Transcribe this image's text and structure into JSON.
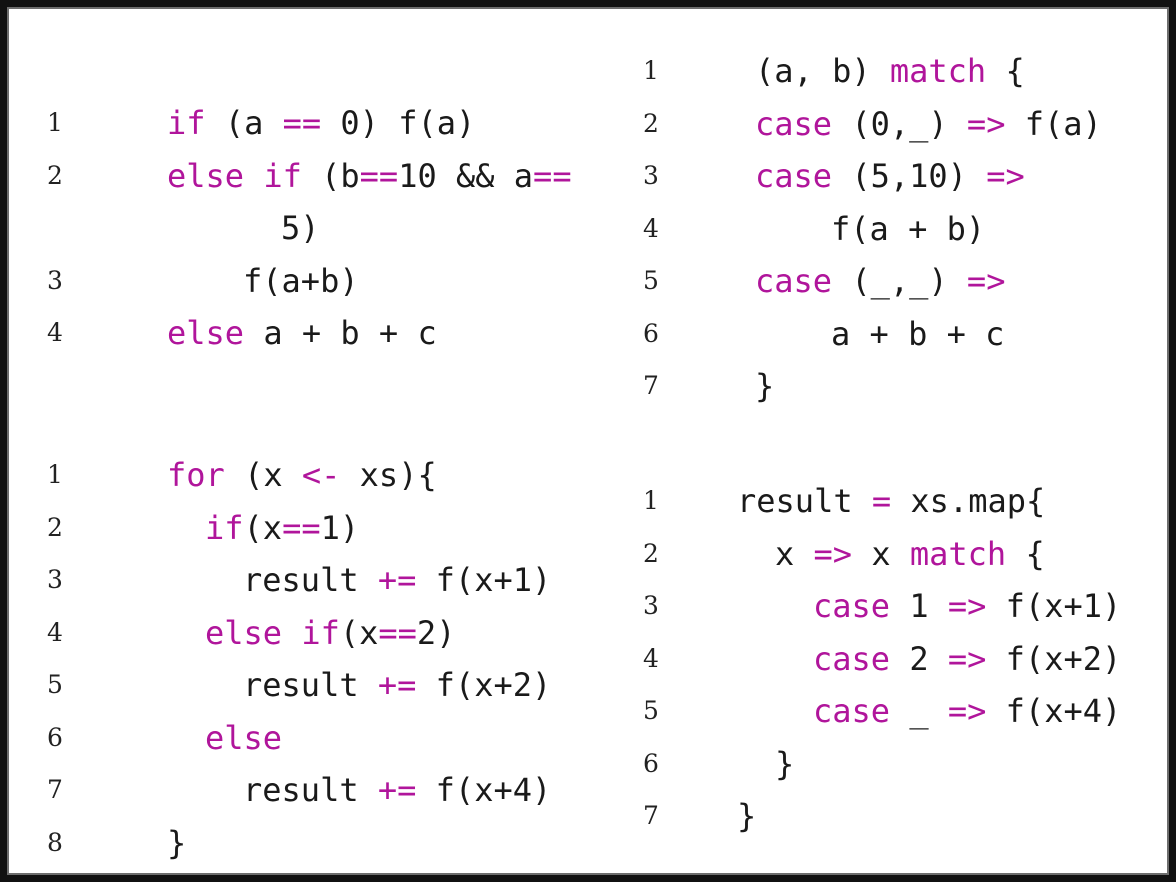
{
  "colors": {
    "keyword": "#b0159b",
    "text": "#1a1a1a",
    "line_number": "#222222",
    "border": "#111111"
  },
  "panels": [
    {
      "id": "if-else",
      "lines": [
        {
          "num": "1",
          "indent": 0,
          "tokens": [
            {
              "t": "if",
              "k": true
            },
            {
              "t": " (a "
            },
            {
              "t": "==",
              "k": true
            },
            {
              "t": " 0) f(a)"
            }
          ]
        },
        {
          "num": "2",
          "indent": 0,
          "tokens": [
            {
              "t": "else if",
              "k": true
            },
            {
              "t": " (b"
            },
            {
              "t": "==",
              "k": true
            },
            {
              "t": "10 && a"
            },
            {
              "t": "==",
              "k": true
            }
          ]
        },
        {
          "num": "",
          "indent": 3,
          "tokens": [
            {
              "t": "5)"
            }
          ]
        },
        {
          "num": "3",
          "indent": 2,
          "tokens": [
            {
              "t": "f(a+b)"
            }
          ]
        },
        {
          "num": "4",
          "indent": 0,
          "tokens": [
            {
              "t": "else",
              "k": true
            },
            {
              "t": " a + b + c"
            }
          ]
        }
      ]
    },
    {
      "id": "match-tuple",
      "lines": [
        {
          "num": "1",
          "indent": 0,
          "tokens": [
            {
              "t": "(a, b) "
            },
            {
              "t": "match",
              "k": true
            },
            {
              "t": " {"
            }
          ]
        },
        {
          "num": "2",
          "indent": 0,
          "tokens": [
            {
              "t": "case",
              "k": true
            },
            {
              "t": " (0,_) "
            },
            {
              "t": "=>",
              "k": true
            },
            {
              "t": " f(a)"
            }
          ]
        },
        {
          "num": "3",
          "indent": 0,
          "tokens": [
            {
              "t": "case",
              "k": true
            },
            {
              "t": " (5,10) "
            },
            {
              "t": "=>",
              "k": true
            }
          ]
        },
        {
          "num": "4",
          "indent": 2,
          "tokens": [
            {
              "t": "f(a + b)"
            }
          ]
        },
        {
          "num": "5",
          "indent": 0,
          "tokens": [
            {
              "t": "case",
              "k": true
            },
            {
              "t": " (_,_) "
            },
            {
              "t": "=>",
              "k": true
            }
          ]
        },
        {
          "num": "6",
          "indent": 2,
          "tokens": [
            {
              "t": "a + b + c"
            }
          ]
        },
        {
          "num": "7",
          "indent": 0,
          "tokens": [
            {
              "t": "}"
            }
          ]
        }
      ]
    },
    {
      "id": "for-loop",
      "lines": [
        {
          "num": "1",
          "indent": 0,
          "tokens": [
            {
              "t": "for",
              "k": true
            },
            {
              "t": " (x "
            },
            {
              "t": "<-",
              "k": true
            },
            {
              "t": " xs){"
            }
          ]
        },
        {
          "num": "2",
          "indent": 1,
          "tokens": [
            {
              "t": "if",
              "k": true
            },
            {
              "t": "(x"
            },
            {
              "t": "==",
              "k": true
            },
            {
              "t": "1)"
            }
          ]
        },
        {
          "num": "3",
          "indent": 2,
          "tokens": [
            {
              "t": "result "
            },
            {
              "t": "+=",
              "k": true
            },
            {
              "t": " f(x+1)"
            }
          ]
        },
        {
          "num": "4",
          "indent": 1,
          "tokens": [
            {
              "t": "else if",
              "k": true
            },
            {
              "t": "(x"
            },
            {
              "t": "==",
              "k": true
            },
            {
              "t": "2)"
            }
          ]
        },
        {
          "num": "5",
          "indent": 2,
          "tokens": [
            {
              "t": "result "
            },
            {
              "t": "+=",
              "k": true
            },
            {
              "t": " f(x+2)"
            }
          ]
        },
        {
          "num": "6",
          "indent": 1,
          "tokens": [
            {
              "t": "else",
              "k": true
            }
          ]
        },
        {
          "num": "7",
          "indent": 2,
          "tokens": [
            {
              "t": "result "
            },
            {
              "t": "+=",
              "k": true
            },
            {
              "t": " f(x+4)"
            }
          ]
        },
        {
          "num": "8",
          "indent": 0,
          "tokens": [
            {
              "t": "}"
            }
          ]
        }
      ]
    },
    {
      "id": "map-match",
      "lines": [
        {
          "num": "1",
          "indent": 0,
          "tokens": [
            {
              "t": "result "
            },
            {
              "t": "=",
              "k": true
            },
            {
              "t": " xs.map{"
            }
          ]
        },
        {
          "num": "2",
          "indent": 1,
          "tokens": [
            {
              "t": "x "
            },
            {
              "t": "=>",
              "k": true
            },
            {
              "t": " x "
            },
            {
              "t": "match",
              "k": true
            },
            {
              "t": " {"
            }
          ]
        },
        {
          "num": "3",
          "indent": 2,
          "tokens": [
            {
              "t": "case",
              "k": true
            },
            {
              "t": " 1 "
            },
            {
              "t": "=>",
              "k": true
            },
            {
              "t": " f(x+1)"
            }
          ]
        },
        {
          "num": "4",
          "indent": 2,
          "tokens": [
            {
              "t": "case",
              "k": true
            },
            {
              "t": " 2 "
            },
            {
              "t": "=>",
              "k": true
            },
            {
              "t": " f(x+2)"
            }
          ]
        },
        {
          "num": "5",
          "indent": 2,
          "tokens": [
            {
              "t": "case",
              "k": true
            },
            {
              "t": " _ "
            },
            {
              "t": "=>",
              "k": true
            },
            {
              "t": " f(x+4)"
            }
          ]
        },
        {
          "num": "6",
          "indent": 1,
          "tokens": [
            {
              "t": "}"
            }
          ]
        },
        {
          "num": "7",
          "indent": 0,
          "tokens": [
            {
              "t": "}"
            }
          ]
        }
      ]
    }
  ]
}
